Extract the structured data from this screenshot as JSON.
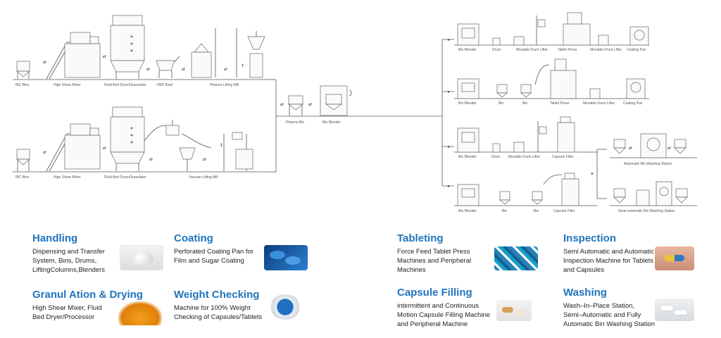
{
  "diagram": {
    "top_line": {
      "labels": [
        "IBC Bins",
        "High Shear Mixer",
        "Fluid Bed Dryer/Granulator",
        "FBD Bowl",
        "Pharma Lifting Mill"
      ]
    },
    "bottom_line": {
      "labels": [
        "IBC Bins",
        "High Shear Mixer",
        "Fluid Bed Dryer/Granulator",
        "Vacuum Lifting Mill"
      ]
    },
    "center": {
      "labels": [
        "Pharma Bin",
        "Bin Blender"
      ]
    },
    "right_rows": [
      {
        "labels": [
          "Bin Blender",
          "Drum",
          "Movable Drum Lifter",
          "Tablet Press",
          "Movable Drum Lifter",
          "Coating Pan"
        ]
      },
      {
        "labels": [
          "Bin Blender",
          "Bin",
          "Bin",
          "Tablet Press",
          "Movable Drum Lifter",
          "Coating Pan"
        ]
      },
      {
        "labels": [
          "Bin Blender",
          "Drum",
          "Movable Drum Lifter",
          "Capsule Filler"
        ]
      },
      {
        "labels": [
          "Bin Blender",
          "Bin",
          "Bin",
          "Capsule Filler"
        ]
      }
    ],
    "washing": {
      "labels": [
        "Automatic Bin Washing Station",
        "Semi-automatic Bin Washing Station"
      ]
    }
  },
  "categories": [
    {
      "title": "Handling",
      "lines": [
        "Dispensing and Transfer",
        "System, Bins, Drums,",
        "LiftingColumns,Blenders"
      ],
      "thumb": "powder-pile"
    },
    {
      "title": "Coating",
      "lines": [
        "Perforated Coating Pan for",
        "Film and Sugar Coating"
      ],
      "thumb": "blue-coated-tablets"
    },
    {
      "title": "Granul Ation & Drying",
      "lines": [
        "High Shear Mixer, Fluid",
        "Bed Dryer/Processor"
      ],
      "thumb": "yellow-granules"
    },
    {
      "title": "Weight Checking",
      "lines": [
        "Machine for 100% Weight",
        "Checking of Capsules/Tablets"
      ],
      "thumb": "tablets-on-spoon"
    },
    {
      "title": "Tableting",
      "lines": [
        "Force Feed Tablet Press",
        "Machines and Peripheral",
        "Machines"
      ],
      "thumb": "mixed-tablets"
    },
    {
      "title": "Capsule Filling",
      "lines": [
        "intermittent and Continuous",
        "Motion Capsule Filling Machine",
        "and Peripheral Machine"
      ],
      "thumb": "capsules"
    },
    {
      "title": "Inspection",
      "lines": [
        "Semi Automatic and Automatic",
        "Inspection Machine for Tablets",
        "and Capsules"
      ],
      "thumb": "capsule-in-fingers"
    },
    {
      "title": "Washing",
      "lines": [
        "Wash–In–Place Station,",
        "Semi–Automatic and Fully",
        "Automatic Bin Washing Station"
      ],
      "thumb": "white-capsules"
    }
  ],
  "colors": {
    "heading": "#1f74bd",
    "text": "#222222",
    "diagram_line": "#555555"
  }
}
